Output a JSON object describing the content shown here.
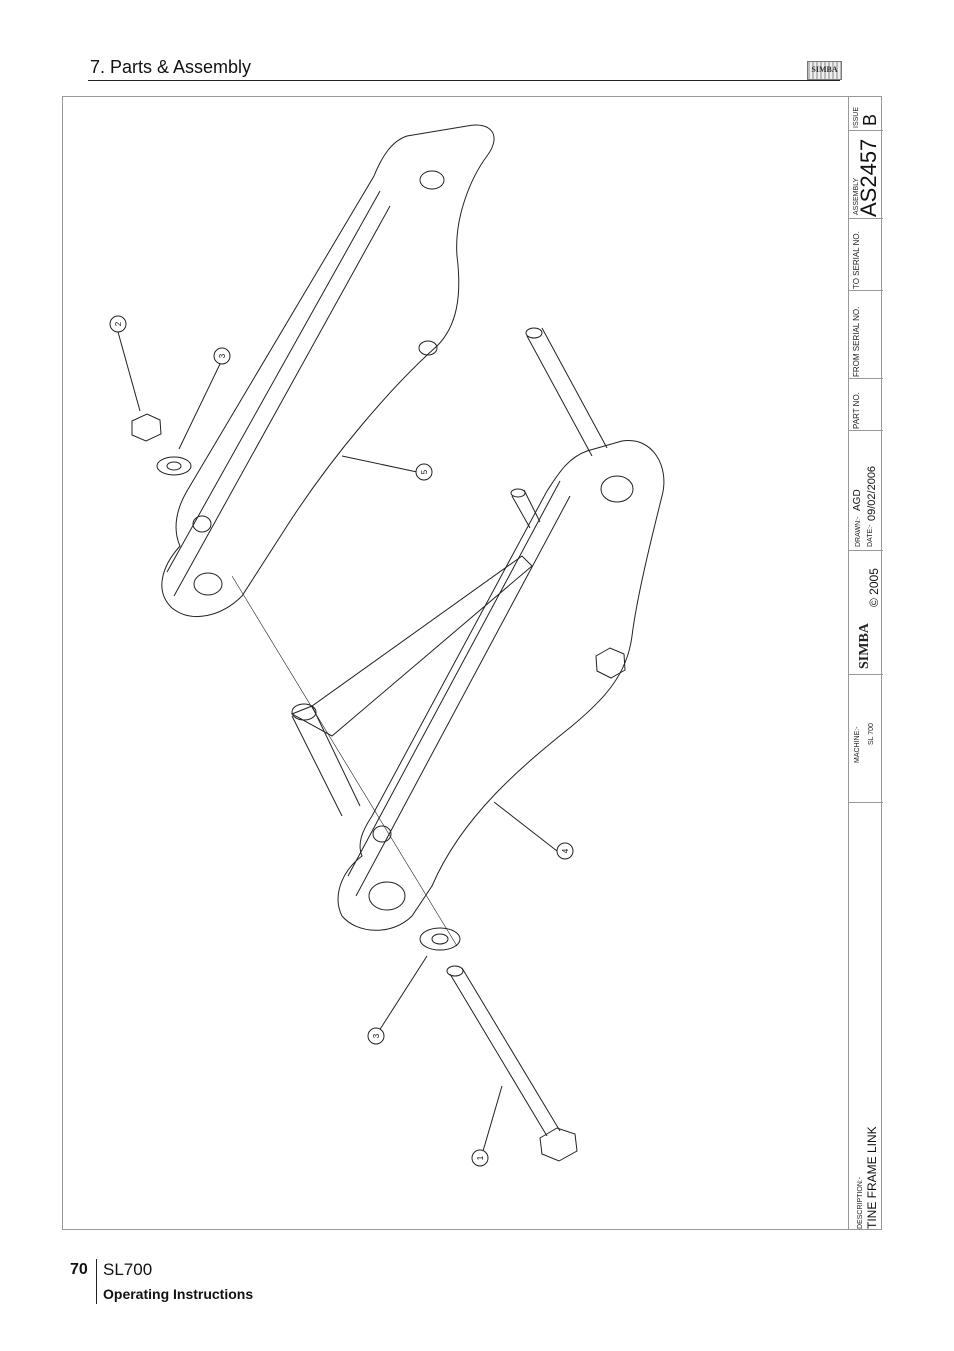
{
  "header": {
    "section_title": "7. Parts & Assembly",
    "logo_text": "SIMBA"
  },
  "title_block": {
    "issue_label": "ISSUE",
    "issue_value": "B",
    "assembly_label": "ASSEMBLY",
    "assembly_value": "AS2457",
    "to_serial_label": "TO SERIAL NO.",
    "from_serial_label": "FROM SERIAL NO.",
    "part_no_label": "PART NO.",
    "drawn_label": "DRAWN:-",
    "drawn_value": "AGD",
    "date_label": "DATE:-",
    "date_value": "09/02/2006",
    "copyright": "© 2005",
    "logo_text": "SIMBA",
    "machine_label": "MACHINE:-",
    "machine_value": "SL 700",
    "description_label": "DESCRIPTION:-",
    "description_value": "TINE FRAME LINK"
  },
  "balloons": [
    "2",
    "3",
    "5",
    "4",
    "3",
    "1"
  ],
  "footer": {
    "page_number": "70",
    "model": "SL700",
    "subtitle": "Operating Instructions"
  }
}
